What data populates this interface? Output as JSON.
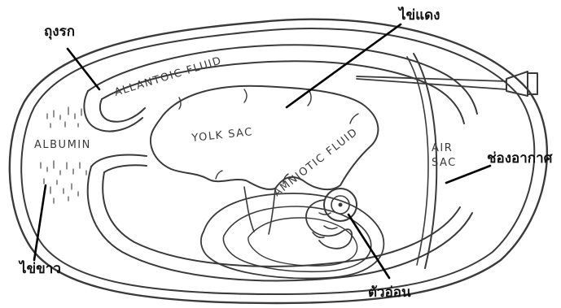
{
  "labels_thai": {
    "allantois": "ถุงรก",
    "yolk": "ไข่แดง",
    "air_sac": "ช่องอากาศ",
    "albumen": "ไข่ขาว",
    "embryo": "ตัวอ่อน"
  },
  "labels_drawing": {
    "allantoic_fluid": "ALLANTOIC FLUID",
    "yolk_sac": "YOLK SAC",
    "albumin": "ALBUMIN",
    "air_sac_line1": "AIR",
    "air_sac_line2": "SAC",
    "amniotic_fluid": "AMNIOTIC FLUID"
  },
  "colors": {
    "background": "#ffffff",
    "drawing_ink": "#3a3a3a",
    "label_text": "#111111"
  }
}
